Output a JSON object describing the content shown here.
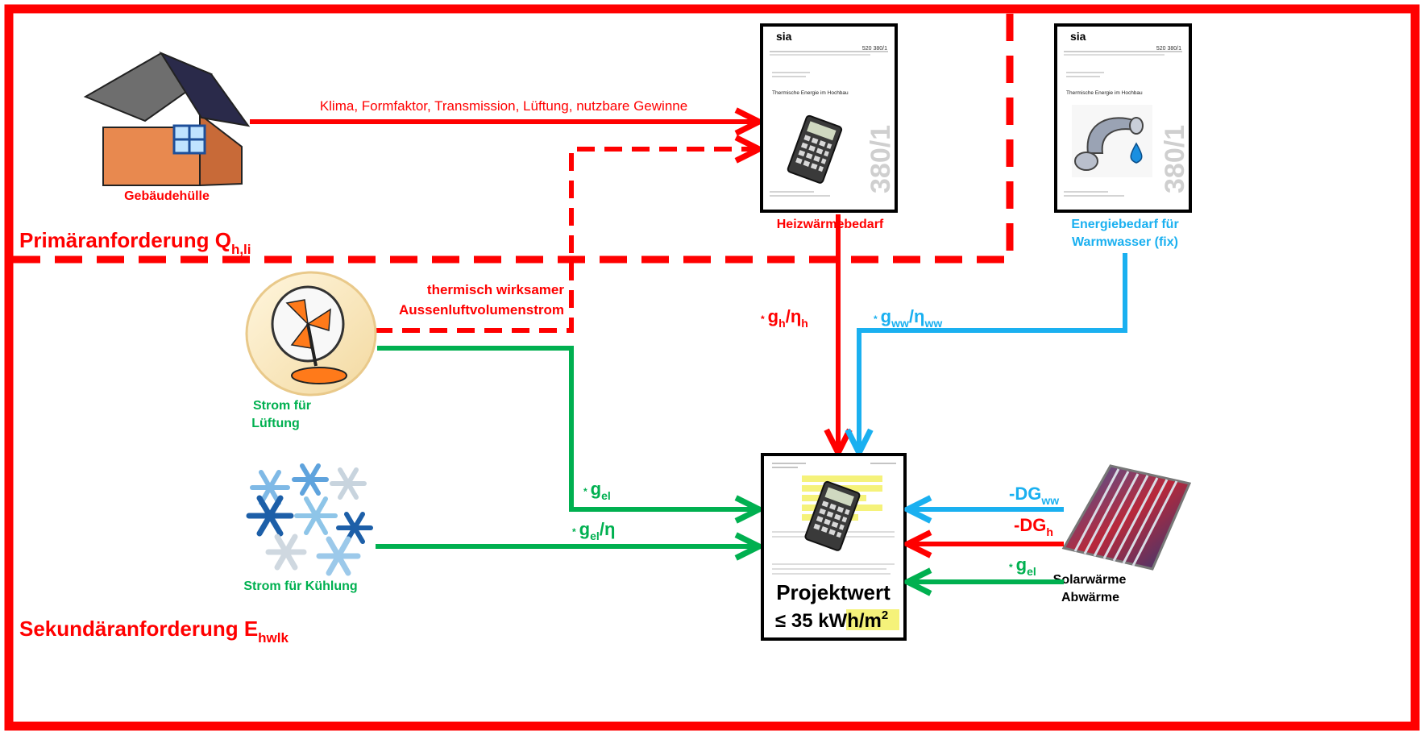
{
  "sections": {
    "primary_title": "Primäranforderung Q",
    "primary_sub": "h,li",
    "secondary_title": "Sekundäranforderung E",
    "secondary_sub": "hwlk"
  },
  "sources": {
    "building": "Gebäudehülle",
    "fan_line1": "Strom für",
    "fan_line2": "Lüftung",
    "cooling": "Strom für Kühlung",
    "solar_line1": "Solarwärme",
    "solar_line2": "Abwärme"
  },
  "targets": {
    "heat_demand": "Heizwärmebedarf",
    "hot_water_line1": "Energiebedarf  für",
    "hot_water_line2": "Warmwasser (fix)",
    "project_line1": "Projektwert",
    "project_line2": "≤ 35 kWh/m",
    "project_sup": "2"
  },
  "flows": {
    "building_factors": "Klima, Formfaktor, Transmission, Lüftung, nutzbare Gewinne",
    "ventilation_line1": "thermisch wirksamer",
    "ventilation_line2": "Aussenluftvolumenstrom",
    "gh": {
      "star": "*",
      "g": "g",
      "g_sub": "h",
      "slash": "/",
      "eta": "η",
      "eta_sub": "h"
    },
    "gww": {
      "star": "*",
      "g": "g",
      "g_sub": "ww",
      "slash": "/",
      "eta": "η",
      "eta_sub": "ww"
    },
    "gel_fan": {
      "star": "*",
      "g": "g",
      "g_sub": "el"
    },
    "gel_cool": {
      "star": "*",
      "g": "g",
      "g_sub": "el",
      "slash": "/",
      "eta": "η"
    },
    "dg_ww": {
      "text": "-DG",
      "sub": "ww"
    },
    "dg_h": {
      "text": "-DG",
      "sub": "h"
    },
    "gel_solar": {
      "star": "*",
      "g": "g",
      "g_sub": "el"
    }
  },
  "documents": {
    "brand": "sia",
    "norm_number": "380/1",
    "doc_code": "520 380/1",
    "doc_title": "Thermische Energie im Hochbau"
  },
  "colors": {
    "red": "#ff0000",
    "green": "#00b050",
    "blue": "#1ab0f0"
  }
}
